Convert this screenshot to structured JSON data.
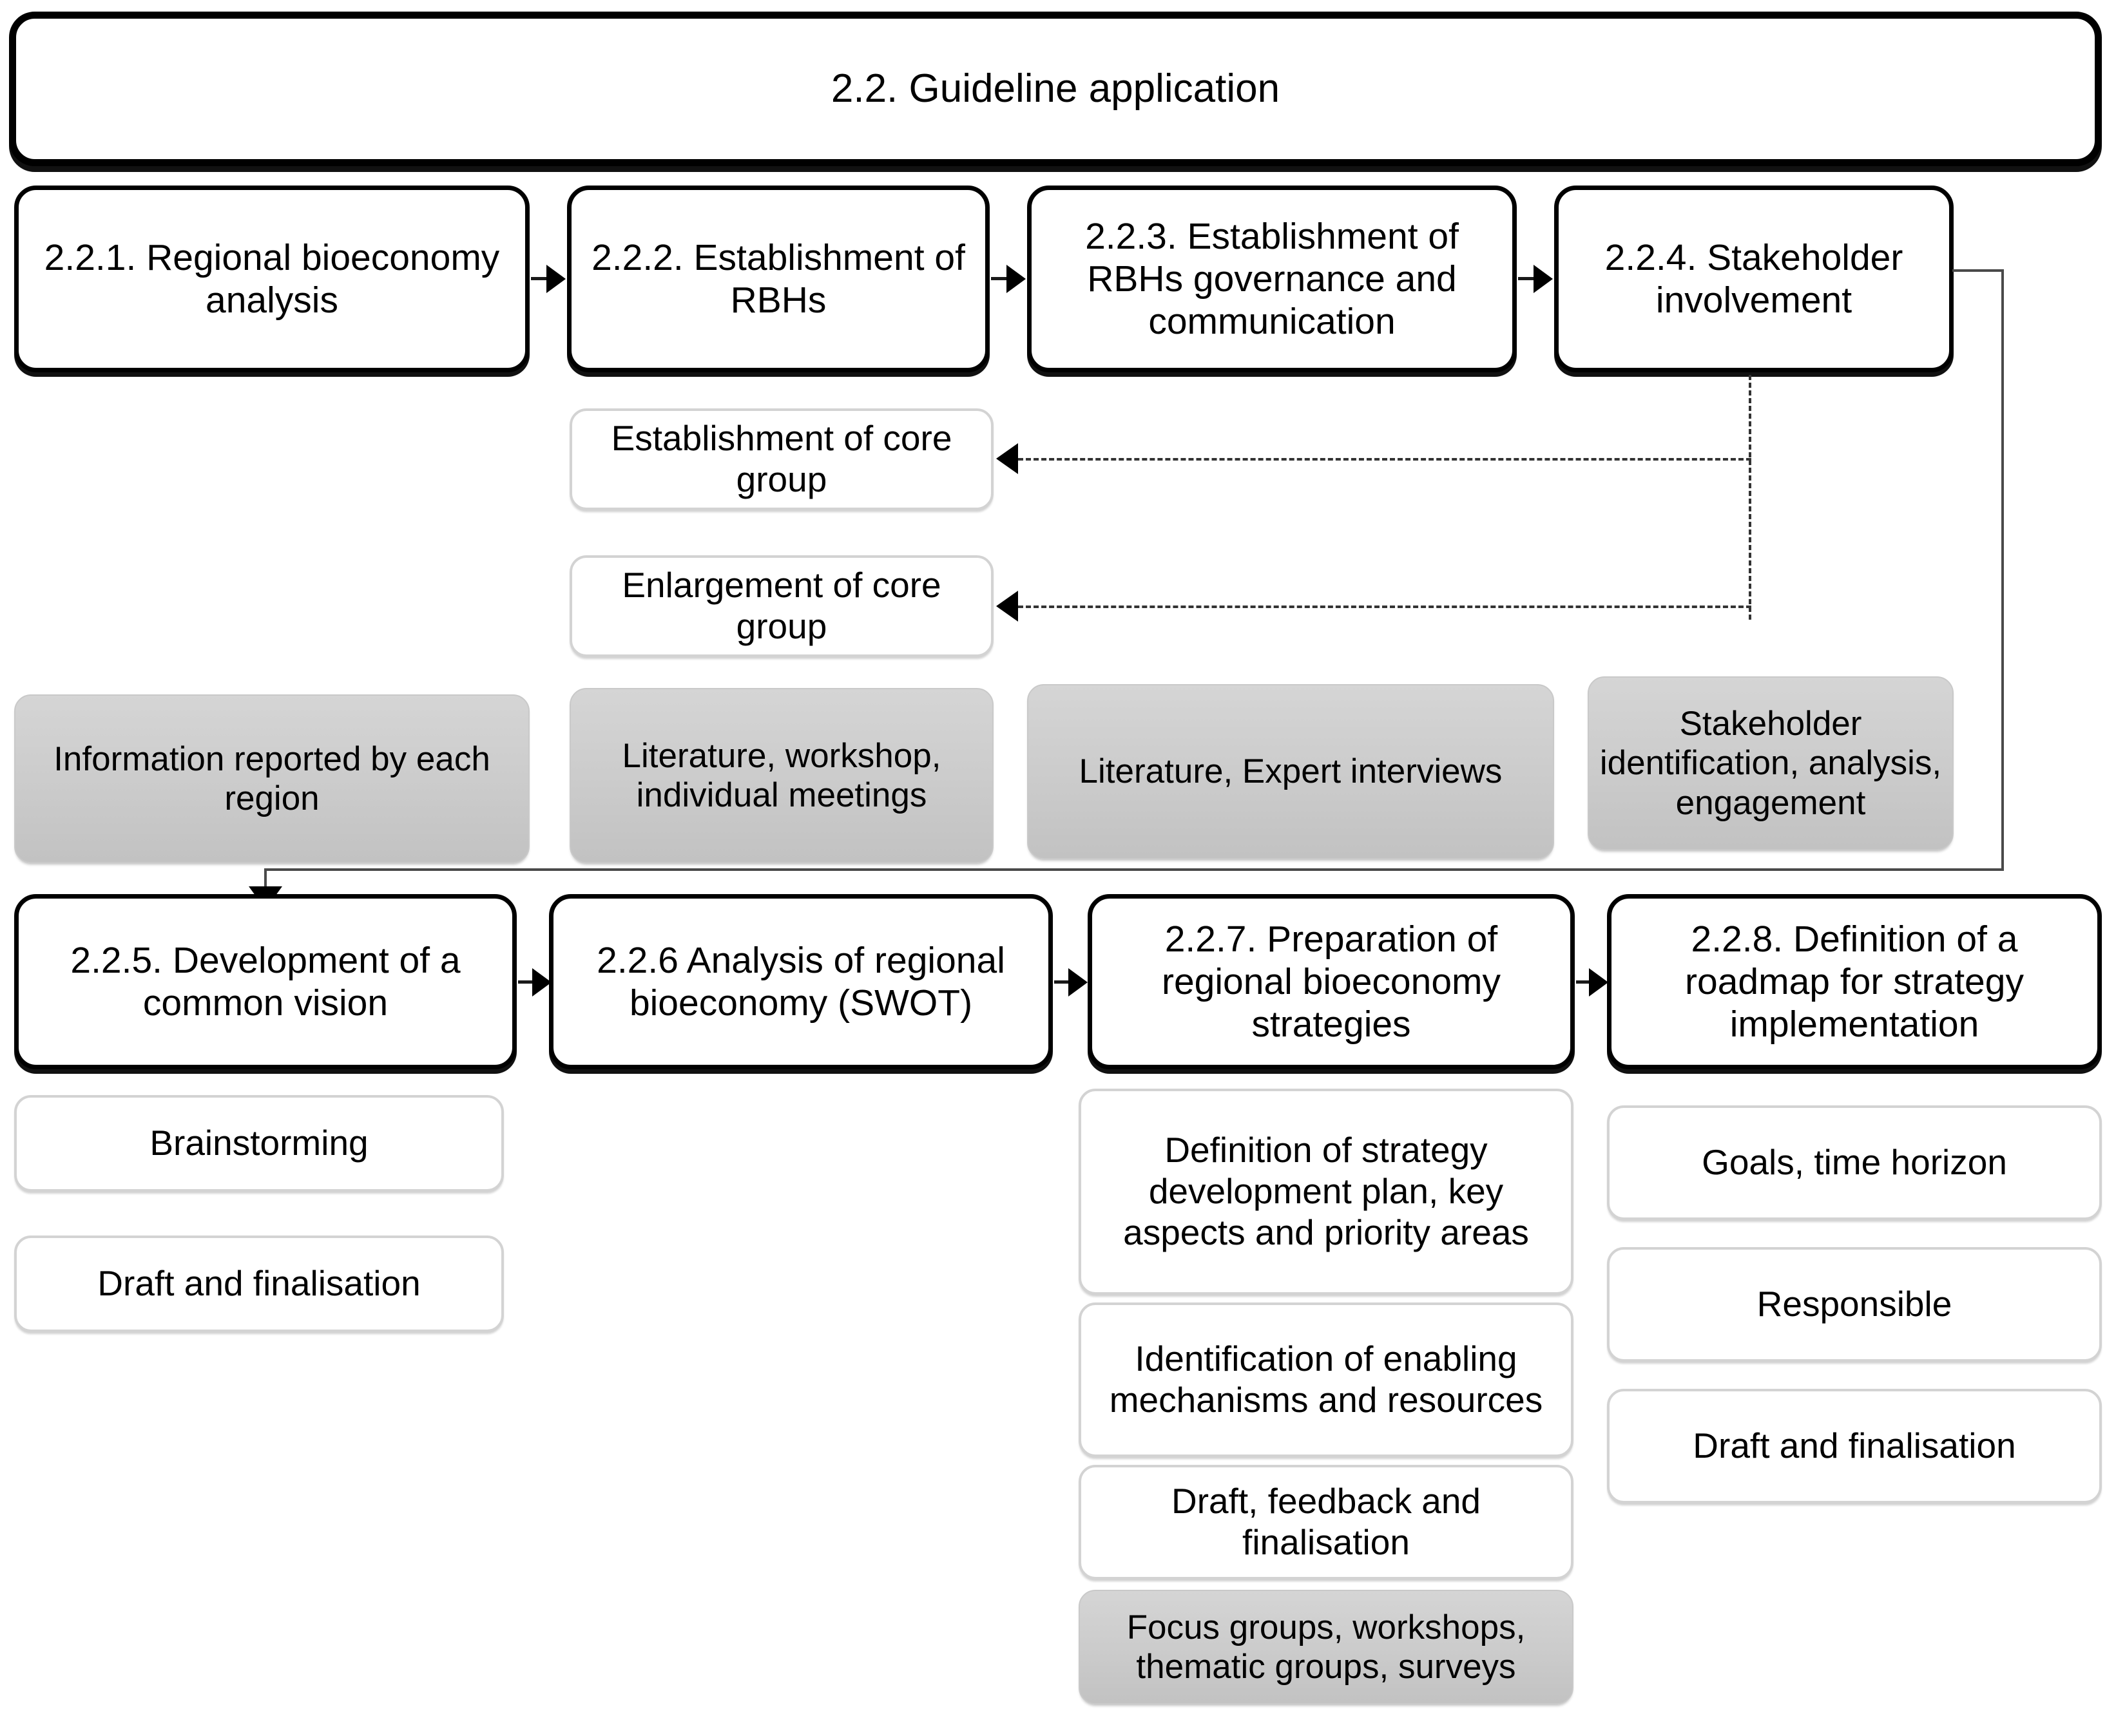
{
  "title": {
    "label": "2.2. Guideline application"
  },
  "row1": [
    {
      "id": "2.2.1",
      "label": "2.2.1. Regional bioeconomy analysis"
    },
    {
      "id": "2.2.2",
      "label": "2.2.2. Establishment of RBHs"
    },
    {
      "id": "2.2.3",
      "label": "2.2.3. Establishment of RBHs governance and communication"
    },
    {
      "id": "2.2.4",
      "label": "2.2.4. Stakeholder involvement"
    }
  ],
  "row1_sub": [
    {
      "label": "Establishment of core group"
    },
    {
      "label": "Enlargement of core group"
    }
  ],
  "row1_methods": [
    {
      "label": "Information reported by each region"
    },
    {
      "label": "Literature, workshop, individual meetings"
    },
    {
      "label": "Literature, Expert interviews"
    },
    {
      "label": "Stakeholder identification, analysis, engagement"
    }
  ],
  "row2": [
    {
      "id": "2.2.5",
      "label": "2.2.5. Development of a common vision"
    },
    {
      "id": "2.2.6",
      "label": "2.2.6 Analysis of regional bioeconomy (SWOT)"
    },
    {
      "id": "2.2.7",
      "label": "2.2.7. Preparation of regional bioeconomy strategies"
    },
    {
      "id": "2.2.8",
      "label": "2.2.8. Definition of a roadmap for strategy implementation"
    }
  ],
  "col5_sub": [
    {
      "label": "Brainstorming"
    },
    {
      "label": "Draft and finalisation"
    }
  ],
  "col7_sub": [
    {
      "label": "Definition of strategy development plan, key aspects and priority areas"
    },
    {
      "label": "Identification of enabling mechanisms and resources"
    },
    {
      "label": "Draft, feedback and finalisation"
    }
  ],
  "col7_methods": [
    {
      "label": "Focus groups, workshops, thematic groups, surveys"
    }
  ],
  "col8_sub": [
    {
      "label": "Goals, time horizon"
    },
    {
      "label": "Responsible"
    },
    {
      "label": "Draft and finalisation"
    }
  ],
  "colors": {
    "outline": "#000000",
    "soft_outline": "#d3d3d3",
    "grey_fill": "#cccccc",
    "background": "#ffffff",
    "connector": "#1a1a1a"
  }
}
